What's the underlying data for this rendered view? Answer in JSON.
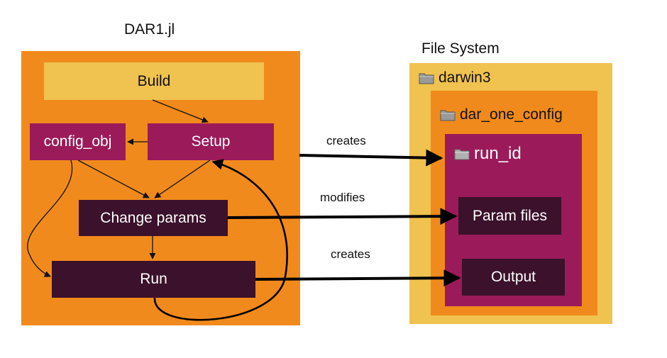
{
  "left": {
    "title": "DAR1.jl",
    "nodes": {
      "build": "Build",
      "setup": "Setup",
      "config_obj": "config_obj",
      "change_params": "Change params",
      "run": "Run"
    }
  },
  "right": {
    "title": "File System",
    "folders": {
      "darwin3": "darwin3",
      "dar_one_config": "dar_one_config",
      "run_id": "run_id"
    },
    "files": {
      "param_files": "Param files",
      "output": "Output"
    }
  },
  "edges": {
    "setup_creates": "creates",
    "change_modifies": "modifies",
    "run_creates": "creates"
  },
  "colors": {
    "orange": "#f18a1c",
    "yellow": "#f0c24f",
    "magenta": "#9b1b5a",
    "dark": "#3b112b"
  },
  "icons": {
    "folder": "folder-icon"
  }
}
